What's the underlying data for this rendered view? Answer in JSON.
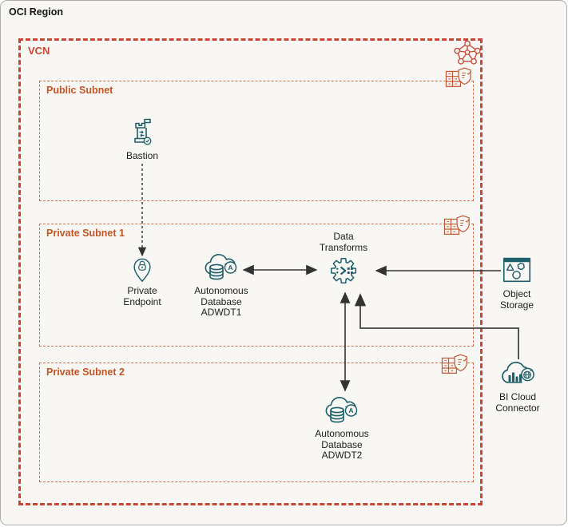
{
  "region": {
    "label": "OCI Region"
  },
  "vcn": {
    "label": "VCN",
    "icon": "vcn-icon"
  },
  "subnets": {
    "public": {
      "label": "Public Subnet",
      "corner_icon": "security-list-icon"
    },
    "private1": {
      "label": "Private Subnet 1",
      "corner_icon": "security-list-icon"
    },
    "private2": {
      "label": "Private Subnet 2",
      "corner_icon": "security-list-icon"
    }
  },
  "nodes": {
    "bastion": {
      "label": "Bastion",
      "icon": "bastion-icon",
      "subnet": "Public Subnet"
    },
    "private_endpoint": {
      "label": "Private\nEndpoint",
      "icon": "private-endpoint-icon",
      "subnet": "Private Subnet 1"
    },
    "adwdt1": {
      "label": "Autonomous\nDatabase\nADWDT1",
      "icon": "autonomous-database-icon",
      "subnet": "Private Subnet 1"
    },
    "data_transforms": {
      "label": "Data\nTransforms",
      "icon": "data-transforms-icon",
      "subnet": "Private Subnet 1"
    },
    "adwdt2": {
      "label": "Autonomous\nDatabase\nADWDT2",
      "icon": "autonomous-database-icon",
      "subnet": "Private Subnet 2"
    },
    "object_storage": {
      "label": "Object\nStorage",
      "icon": "object-storage-icon",
      "subnet": null
    },
    "bi_cloud_connector": {
      "label": "BI Cloud\nConnector",
      "icon": "bi-cloud-connector-icon",
      "subnet": null
    }
  },
  "connections": [
    {
      "from": "bastion",
      "to": "private_endpoint",
      "style": "dashed",
      "arrows": "end"
    },
    {
      "from": "adwdt1",
      "to": "data_transforms",
      "style": "solid",
      "arrows": "both"
    },
    {
      "from": "object_storage",
      "to": "data_transforms",
      "style": "solid",
      "arrows": "end"
    },
    {
      "from": "data_transforms",
      "to": "adwdt2",
      "style": "solid",
      "arrows": "both"
    },
    {
      "from": "bi_cloud_connector",
      "to": "data_transforms",
      "style": "solid",
      "arrows": "end"
    }
  ],
  "colors": {
    "vcn_border": "#C74634",
    "subnet_border": "#CC6F4A",
    "subnet_label": "#C25425",
    "icon_teal": "#1F5F6B",
    "icon_orange": "#C05A36",
    "arrow": "#333333",
    "region_background": "#F8F7F3"
  }
}
